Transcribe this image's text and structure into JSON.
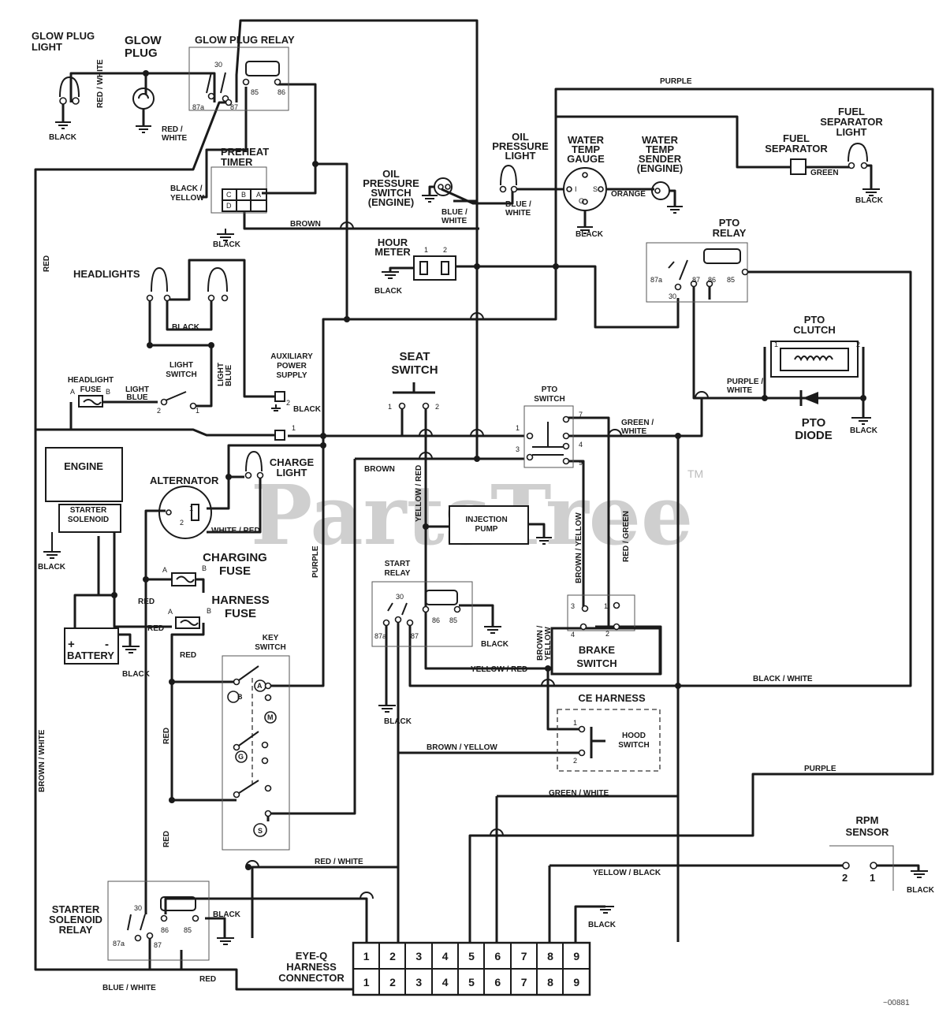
{
  "watermark": {
    "text": "PartsTree",
    "tm": "TM"
  },
  "figure_code": "~00881",
  "components": {
    "glow_plug_light": "GLOW PLUG\nLIGHT",
    "glow_plug": "GLOW\nPLUG",
    "glow_plug_relay": "GLOW PLUG RELAY",
    "preheat_timer": "PREHEAT\nTIMER",
    "oil_pressure_switch": "OIL\nPRESSURE\nSWITCH\n(ENGINE)",
    "oil_pressure_light": "OIL\nPRESSURE\nLIGHT",
    "water_temp_gauge": "WATER\nTEMP\nGAUGE",
    "water_temp_sender": "WATER\nTEMP\nSENDER\n(ENGINE)",
    "fuel_separator": "FUEL\nSEPARATOR",
    "fuel_separator_light": "FUEL\nSEPARATOR\nLIGHT",
    "hour_meter": "HOUR\nMETER",
    "pto_relay": "PTO\nRELAY",
    "headlights": "HEADLIGHTS",
    "headlight_fuse": "HEADLIGHT\nFUSE",
    "light_switch": "LIGHT\nSWITCH",
    "auxiliary_power_supply": "AUXILIARY\nPOWER\nSUPPLY",
    "seat_switch": "SEAT\nSWITCH",
    "pto_switch": "PTO\nSWITCH",
    "pto_clutch": "PTO\nCLUTCH",
    "pto_diode": "PTO\nDIODE",
    "engine": "ENGINE",
    "starter_solenoid": "STARTER\nSOLENOID",
    "alternator": "ALTERNATOR",
    "charge_light": "CHARGE\nLIGHT",
    "charging_fuse": "CHARGING\nFUSE",
    "injection_pump": "INJECTION\nPUMP",
    "start_relay": "START\nRELAY",
    "harness_fuse": "HARNESS\nFUSE",
    "battery": "BATTERY",
    "key_switch": "KEY\nSWITCH",
    "brake_switch": "BRAKE\nSWITCH",
    "ce_harness": "CE HARNESS",
    "hood_switch": "HOOD\nSWITCH",
    "rpm_sensor": "RPM\nSENSOR",
    "starter_solenoid_relay": "STARTER\nSOLENOID\nRELAY",
    "eyeq_connector": "EYE-Q\nHARNESS\nCONNECTOR"
  },
  "wire_labels": {
    "black": "BLACK",
    "red": "RED",
    "red_white": "RED /\nWHITE",
    "red_white_inline": "RED / WHITE",
    "black_yellow": "BLACK /\nYELLOW",
    "brown": "BROWN",
    "purple": "PURPLE",
    "blue_white": "BLUE /\nWHITE",
    "blue_white_inline": "BLUE / WHITE",
    "orange": "ORANGE",
    "green": "GREEN",
    "light_blue": "LIGHT\nBLUE",
    "green_white": "GREEN /\nWHITE",
    "green_white_inline": "GREEN / WHITE",
    "purple_white": "PURPLE /\nWHITE",
    "yellow_red": "YELLOW / RED",
    "brown_yellow": "BROWN / YELLOW",
    "brown_yellow_stack": "BROWN /\nYELLOW",
    "red_green": "RED / GREEN",
    "white_red": "WHITE / RED",
    "black_white": "BLACK / WHITE",
    "brown_white": "BROWN / WHITE",
    "yellow_black": "YELLOW / BLACK"
  },
  "terminals": {
    "relay": [
      "87a",
      "30",
      "87",
      "86",
      "85"
    ],
    "timer": [
      "C",
      "B",
      "A",
      "D"
    ],
    "gauge": [
      "I",
      "C",
      "S",
      "G"
    ],
    "fuse": [
      "A",
      "B"
    ],
    "numbers": [
      "1",
      "2",
      "3",
      "4",
      "5",
      "6",
      "7",
      "8",
      "9"
    ],
    "battery": [
      "+",
      "-"
    ],
    "key": [
      "A",
      "B",
      "M",
      "G",
      "S"
    ]
  },
  "connector_pins": [
    "1",
    "2",
    "3",
    "4",
    "5",
    "6",
    "7",
    "8",
    "9"
  ]
}
